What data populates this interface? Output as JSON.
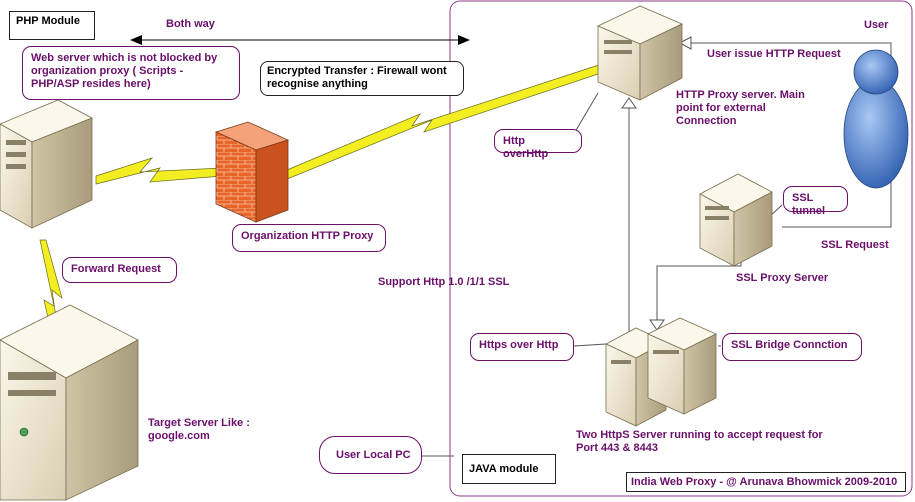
{
  "labels": {
    "php_module": "PHP Module",
    "both_way": "Both way",
    "user": "User",
    "user_issue": "User issue HTTP Request",
    "web_server_note": "Web server which is not blocked by organization proxy ( Scripts - PHP/ASP resides here)",
    "encrypted": "Encrypted Transfer : Firewall wont recognise anything",
    "http_proxy_server": "HTTP Proxy server. Main point for external Connection",
    "http_over_http": "Http overHttp",
    "ssl_tunnel": "SSL tunnel",
    "org_proxy": "Organization HTTP Proxy",
    "ssl_request": "SSL Request",
    "forward_request": "Forward Request",
    "support": "Support Http 1.0 /1/1 SSL",
    "ssl_proxy_server": "SSL Proxy Server",
    "https_over_http": "Https over Http",
    "ssl_bridge": "SSL Bridge Connction",
    "target_server": "Target Server Like : google.com",
    "two_https": "Two HttpS Server running to accept request for Port 443 & 8443",
    "user_local_pc": "User Local PC",
    "java_module": "JAVA module",
    "credit": "India Web Proxy - @ Arunava Bhowmick 2009-2010"
  },
  "colors": {
    "label_purple": "#6a0f6a",
    "region_border": "#8a3a8a",
    "lightning": "#f2ee22",
    "firewall": "#e8662a",
    "user": "#4a7fd1",
    "server_body": "#efe8d4"
  },
  "icons": [
    "php-server-icon",
    "target-server-icon",
    "firewall-icon",
    "http-proxy-server-icon",
    "ssl-proxy-server-icon",
    "https-server-icon",
    "user-person-icon"
  ]
}
